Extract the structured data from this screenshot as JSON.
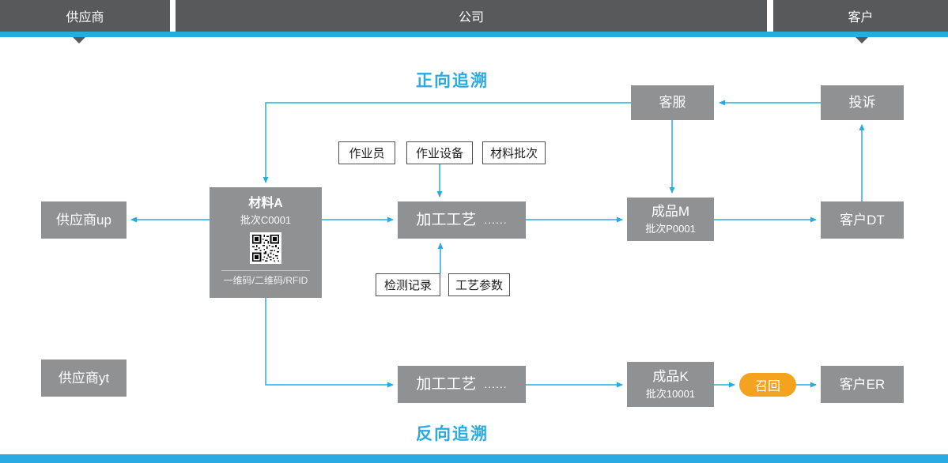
{
  "colors": {
    "accent_blue": "#29abe2",
    "header_dark": "#58595b",
    "node_gray": "#8f9193",
    "recall_orange": "#f5a31f"
  },
  "lanes": {
    "supplier": "供应商",
    "company": "公司",
    "customer": "客户"
  },
  "titles": {
    "forward": "正向追溯",
    "backward": "反向追溯"
  },
  "nodes": {
    "customer_service": {
      "label": "客服"
    },
    "complaint": {
      "label": "投诉"
    },
    "material_a": {
      "title": "材料A",
      "batch": "批次C0001",
      "code_caption": "一维码/二维码/RFID"
    },
    "process_top": {
      "title": "加工工艺",
      "dots": "......"
    },
    "product_m": {
      "title": "成品M",
      "batch": "批次P0001"
    },
    "customer_dt": {
      "label": "客户DT"
    },
    "supplier_up": {
      "label": "供应商up"
    },
    "supplier_yt": {
      "label": "供应商yt"
    },
    "process_bottom": {
      "title": "加工工艺",
      "dots": "......"
    },
    "product_k": {
      "title": "成品K",
      "batch": "批次10001"
    },
    "recall": {
      "label": "召回"
    },
    "customer_er": {
      "label": "客户ER"
    }
  },
  "tags": {
    "operator": "作业员",
    "equipment": "作业设备",
    "material_batch": "材料批次",
    "inspection_record": "检测记录",
    "process_params": "工艺参数"
  }
}
